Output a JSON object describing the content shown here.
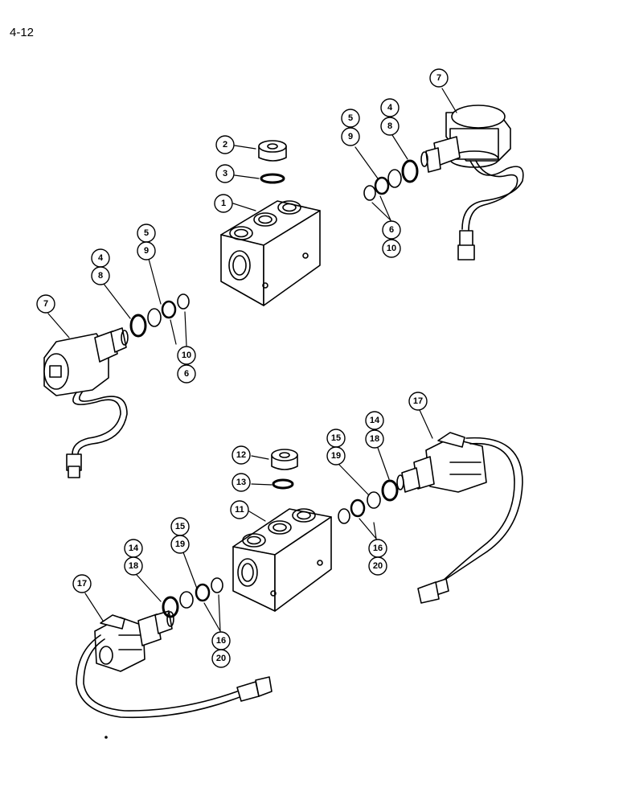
{
  "page_number": "4-12",
  "callouts": {
    "c1": "1",
    "c2": "2",
    "c3": "3",
    "c4a": "4",
    "c8a": "8",
    "c5a": "5",
    "c9a": "9",
    "c6a": "6",
    "c10a": "10",
    "c7a": "7",
    "c4b": "4",
    "c8b": "8",
    "c5b": "5",
    "c9b": "9",
    "c10b": "10",
    "c6b": "6",
    "c7b": "7",
    "c11": "11",
    "c12": "12",
    "c13": "13",
    "c14a": "14",
    "c18a": "18",
    "c15a": "15",
    "c19a": "19",
    "c16a": "16",
    "c20a": "20",
    "c17a": "17",
    "c14b": "14",
    "c18b": "18",
    "c15b": "15",
    "c19b": "19",
    "c16b": "16",
    "c20b": "20",
    "c17b": "17"
  }
}
